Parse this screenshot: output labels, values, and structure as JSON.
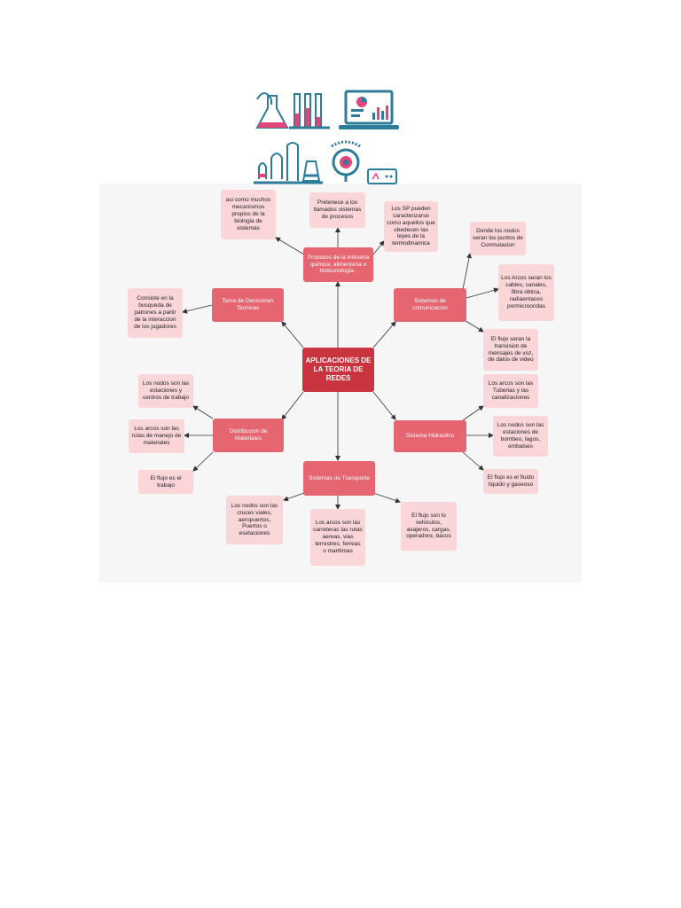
{
  "icons": [
    "flask-tubes-icon",
    "laptop-chart-icon",
    "lab-apparatus-icon",
    "gauge-icon",
    "monitor-icon"
  ],
  "colors": {
    "center": "#c9343f",
    "main": "#e56670",
    "leaf": "#fbd6d9",
    "icon_teal": "#2c7c9a",
    "icon_pink": "#e2457a"
  },
  "center": "APLICACIONES DE LA TEORIA DE REDES",
  "main": {
    "procesos": "Procesos de la industria quimica, alimentaria o biotecnologia .",
    "toma": "Toma de Desiciones Tecnicas",
    "sistemas_comunicacion": "Sistemas de comunicacion",
    "distribucion": "Distribucion de Materiales",
    "sistema_hidraulico": "Sistema Hidraulico",
    "sistemas_transporte": "Sistemas de Transporte"
  },
  "leaves": {
    "procesos_1": "asi como muchos mecanismos propios de la biologia de sistemas",
    "procesos_2": "Pretenece  a los llamados sistemas de procesos",
    "procesos_3": "Los SP pueden caractenzarse como aquellos que obedecen las leyes de la termodinamica",
    "toma_1": "Consiste en la busqueda de patrones a partir de la interaccion de los jugadores",
    "com_1": "Donde los nodos seran los puntos de Conmutacion",
    "com_2": "Los Arcos seran los cables, canales, fibra obtica, radiaentaces pormicroondas",
    "com_3": "El flujo seran la transision de mensajes de voz, de datos de video",
    "dist_1": "Los nodos son las estaciones y centros de trabajo",
    "dist_2": "Los arcos son las rutas de manejo de materiales",
    "dist_3": "El flujo es el trabajo",
    "hid_1": "Los arcos son las Tuberias y las canalizaciones",
    "hid_2": "Los nodos son las estaciones de bombeo, lagos, embalses",
    "hid_3": "El flujo es el fluido liquido y gaseoso",
    "trans_1": "Los nodos son las cruces viales, aeropuertos, Puertos o esetaciones",
    "trans_2": "Los arcos son las carreteras las rutas aereas, vias terrestres, ferreas o maritimas",
    "trans_3": "El flujo son lo vehiculos, asajeros, cargas, operadore, bacos"
  }
}
